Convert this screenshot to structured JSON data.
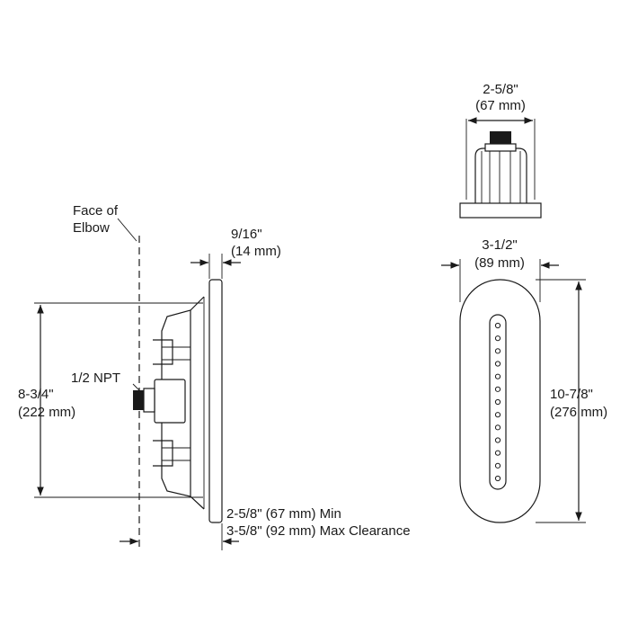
{
  "labels": {
    "top_width_in": "2-5/8\"",
    "top_width_mm": "(67 mm)",
    "face_of": "Face of",
    "elbow": "Elbow",
    "depth_in": "9/16\"",
    "depth_mm": "(14 mm)",
    "front_width_in": "3-1/2\"",
    "front_width_mm": "(89 mm)",
    "npt": "1/2 NPT",
    "side_height_in": "8-3/4\"",
    "side_height_mm": "(222 mm)",
    "front_height_in": "10-7/8\"",
    "front_height_mm": "(276 mm)",
    "clearance_min": "2-5/8\" (67 mm) Min",
    "clearance_max": "3-5/8\" (92 mm) Max Clearance"
  },
  "nozzle_count": 13,
  "line_color": "#1a1a1a"
}
